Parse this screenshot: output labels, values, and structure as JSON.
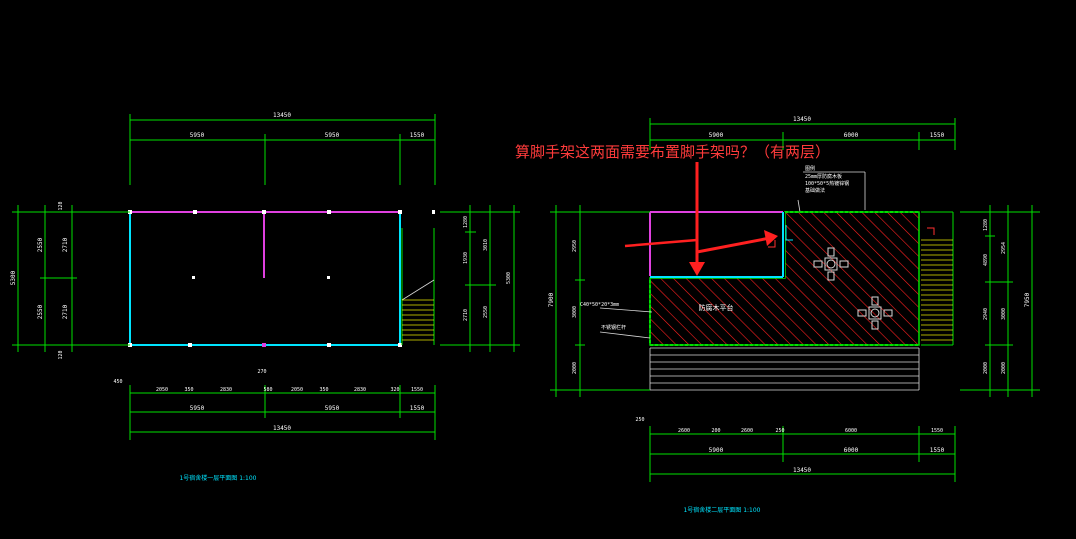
{
  "question": "算脚手架这两面需要布置脚手架吗？（有两层）",
  "plan_left": {
    "title": "1号宿舍楼一层平面图 1:100",
    "top_total": "13450",
    "top_segments": [
      "5950",
      "5950",
      "1550"
    ],
    "bottom_note": "270",
    "bottom_offset": "450",
    "bottom_detail": [
      "2050",
      "350",
      "2830",
      "580",
      "2050",
      "350",
      "2830",
      "320",
      "1550"
    ],
    "bottom_segments": [
      "5950",
      "5950",
      "1550"
    ],
    "bottom_total": "13450",
    "left_outer": "5300",
    "left_inner": [
      "2550",
      "2550"
    ],
    "left_detail": [
      "2710",
      "2710"
    ],
    "left_ends": [
      "120",
      "120"
    ],
    "right_inner": [
      "1280",
      "1930",
      "2710"
    ],
    "right_mid": [
      "3010",
      "2550"
    ],
    "right_outer": "5300"
  },
  "plan_right": {
    "title": "1号宿舍楼二层平面图 1:100",
    "top_total": "13450",
    "top_segments": [
      "5900",
      "6000",
      "1550"
    ],
    "balcony_label": "防腐木平台",
    "material_label": "C40*50*20*3mm",
    "rail_label": "不锈钢栏杆",
    "legend_lines": [
      "图例",
      "25mm厚防腐木板",
      "100*50*5热镀锌钢",
      "基础做法"
    ],
    "bottom_offset": "250",
    "bottom_detail": [
      "2600",
      "200",
      "2600",
      "250",
      "6000",
      "1550"
    ],
    "bottom_segments": [
      "5900",
      "6000",
      "1550"
    ],
    "bottom_total": "13450",
    "left_outer": "7900",
    "left_inner": [
      "2950",
      "3000",
      "2000"
    ],
    "right_inner": [
      "1280",
      "4890",
      "2940",
      "2000"
    ],
    "right_mid": [
      "2954",
      "3000",
      "2000"
    ],
    "right_outer": "7950"
  }
}
